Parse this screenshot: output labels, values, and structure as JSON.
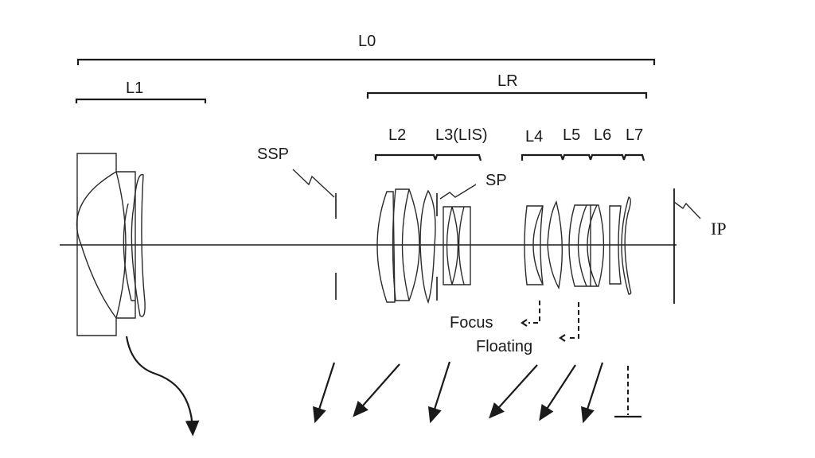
{
  "labels": {
    "overall": "L0",
    "front_group": "L1",
    "rear_group": "LR",
    "groups": [
      "L2",
      "L3(LIS)",
      "L4",
      "L5",
      "L6",
      "L7"
    ],
    "sub_stop": "SSP",
    "stop": "SP",
    "image_plane": "IP",
    "focus": "Focus",
    "floating": "Floating"
  },
  "colors": {
    "ink": "#1a1a1a",
    "background": "#ffffff"
  },
  "movement": {
    "L1": "curved-down",
    "L2": "down-left",
    "L3": "down-left",
    "L4": "down-left",
    "L5": "down-left",
    "L6": "down-left",
    "L7": "fixed"
  }
}
